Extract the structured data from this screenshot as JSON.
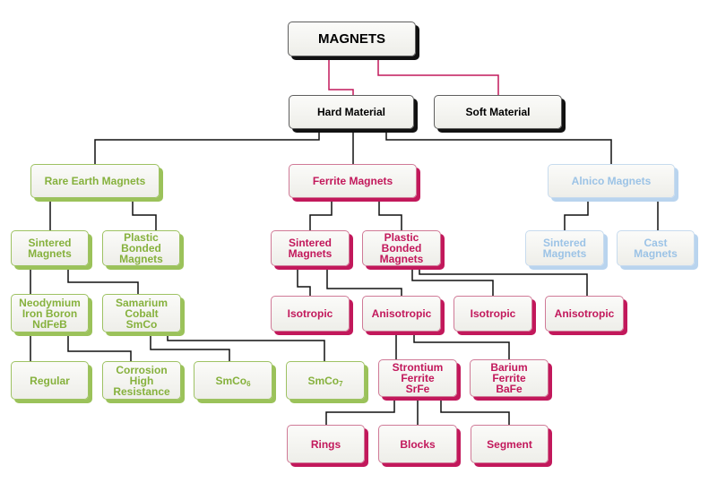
{
  "title": "MAGNETS",
  "colors": {
    "black": "#111111",
    "rare_earth_green": "#86b13d",
    "ferrite_crimson": "#c2185b",
    "alnico_blue": "#9cc3e6"
  },
  "nodes": {
    "magnets": "MAGNETS",
    "hard_material": "Hard Material",
    "soft_material": "Soft Material",
    "rare_earth": "Rare Earth Magnets",
    "ferrite": "Ferrite Magnets",
    "alnico": "Alnico Magnets",
    "re_sintered": "Sintered\nMagnets",
    "re_plastic_bonded": "Plastic Bonded\nMagnets",
    "ndfeb": "Neodymium\nIron Boron\nNdFeB",
    "smco": "Samarium\nCobalt\nSmCo",
    "regular": "Regular",
    "corrosion": "Corrosion\nHigh\nResistance",
    "smco6_base": "SmCo",
    "smco6_sub": "6",
    "smco7_base": "SmCo",
    "smco7_sub": "7",
    "fe_sintered": "Sintered\nMagnets",
    "fe_plastic_bonded": "Plastic Bonded\nMagnets",
    "fe_s_isotropic": "Isotropic",
    "fe_s_anisotropic": "Anisotropic",
    "fe_p_isotropic": "Isotropic",
    "fe_p_anisotropic": "Anisotropic",
    "strontium": "Strontium\nFerrite\nSrFe",
    "barium": "Barium\nFerrite\nBaFe",
    "rings": "Rings",
    "blocks": "Blocks",
    "segment": "Segment",
    "al_sintered": "Sintered\nMagnets",
    "al_cast": "Cast\nMagnets"
  }
}
